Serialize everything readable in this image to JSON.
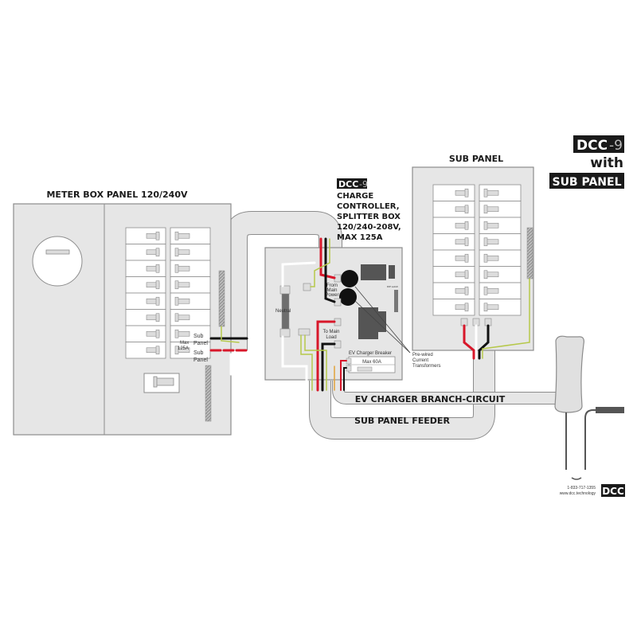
{
  "title": {
    "product": "DCC",
    "model": "-9",
    "with": "with",
    "subtitle": "SUB PANEL"
  },
  "meter_box": {
    "label": "METER BOX  PANEL 120/240V",
    "breaker_rows": 8,
    "sub_panel_label_1": "Sub",
    "sub_panel_label_1b": "Panel",
    "sub_panel_label_2": "Sub",
    "sub_panel_label_2b": "Panel",
    "max_label": "Max",
    "max_value": "125A"
  },
  "controller": {
    "badge_product": "DCC",
    "badge_model": "-9",
    "lines": [
      "CHARGE",
      "CONTROLLER,",
      "SPLITTER BOX",
      "120/240-208V,",
      "MAX 125A"
    ],
    "neutral_label": "Neutral",
    "from_main_power": [
      "From",
      "Main",
      "Power"
    ],
    "to_main_load": [
      "To Main",
      "Load"
    ],
    "ev_breaker_label": "EV Charger Breaker",
    "ev_breaker_max": "Max 60A",
    "ct_label": [
      "Pre-wired",
      "Current",
      "Transformers"
    ],
    "dip_switch_label": "DIP switch"
  },
  "sub_panel": {
    "label": "SUB PANEL",
    "breaker_rows": 8
  },
  "conduits": {
    "ev_branch": "EV CHARGER BRANCH-CIRCUIT",
    "sub_feeder": "SUB PANEL FEEDER"
  },
  "footer": {
    "phone": "1-833-717-1355",
    "website": "www.dcc.technology",
    "logo": "DCC"
  },
  "colors": {
    "panel_fill": "#e6e6e6",
    "panel_stroke": "#8c8c8c",
    "wire_red": "#d8172a",
    "wire_black": "#111111",
    "wire_white": "#ffffff",
    "wire_ground": "#b6c84a",
    "badge_bg": "#1a1a1a"
  }
}
